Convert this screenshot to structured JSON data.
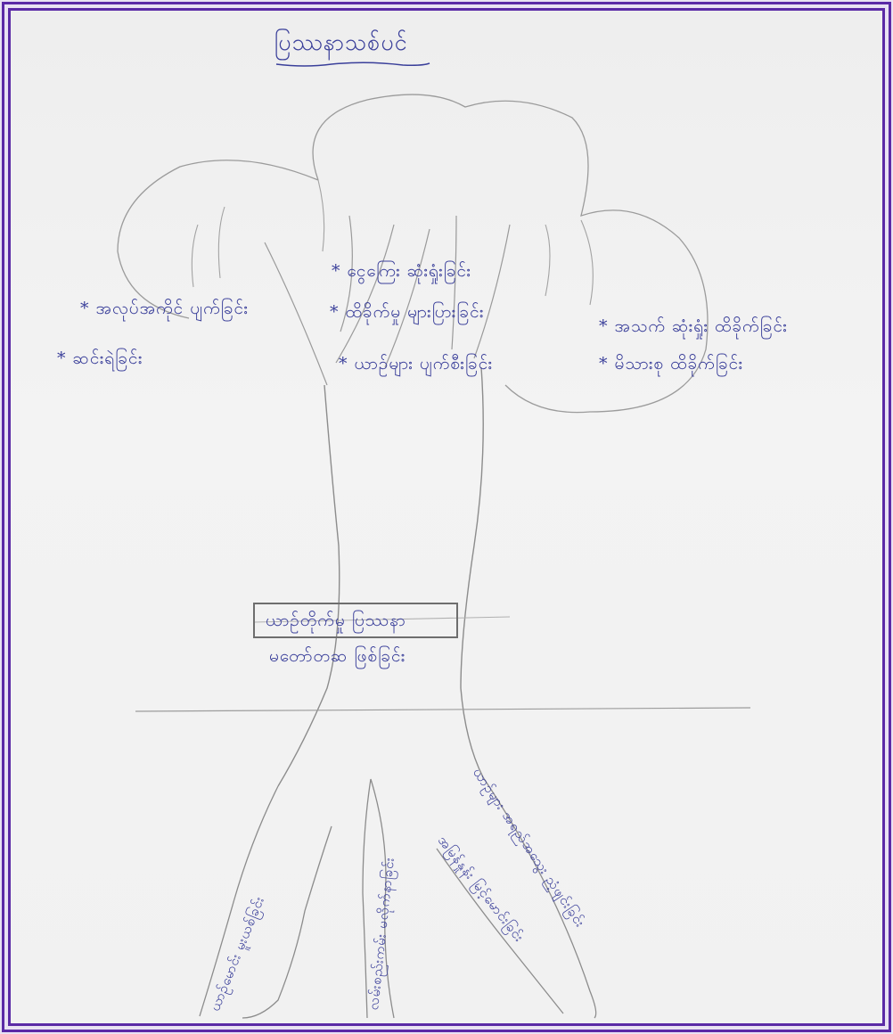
{
  "title": "ပြဿနာသစ်ပင်",
  "leaves": {
    "left_1": "* အလုပ်အကိုင် ပျက်ခြင်း",
    "left_2": "* ဆင်းရဲခြင်း",
    "center_1": "* ငွေကြေး ဆုံးရှုံးခြင်း",
    "center_2": "* ထိခိုက်မှု များပြားခြင်း",
    "center_3": "* ယာဉ်များ ပျက်စီးခြင်း",
    "right_1": "* အသက် ဆုံးရှုံး ထိခိုက်ခြင်း",
    "right_2": "* မိသားစု ထိခိုက်ခြင်း"
  },
  "trunk": {
    "box_label": "ယာဉ်တိုက်မှု ပြဿနာ",
    "sub_label": "မတော်တဆ ဖြစ်ခြင်း"
  },
  "roots": {
    "root_1": "ယာဉ်မောင်း မူးယစ်ခြင်း",
    "root_2": "လမ်းစည်းကမ်း မလိုက်နာခြင်း",
    "root_3": "အမြန်နှုန်း မြင့်မောင်းခြင်း",
    "root_4": "ယာဉ်များ အရည်အသွေး ညံ့ဖျင်းခြင်း"
  },
  "colors": {
    "ink": "#3a3f9a",
    "pencil": "#8a8a8a",
    "frame": "#5b2aa6"
  }
}
